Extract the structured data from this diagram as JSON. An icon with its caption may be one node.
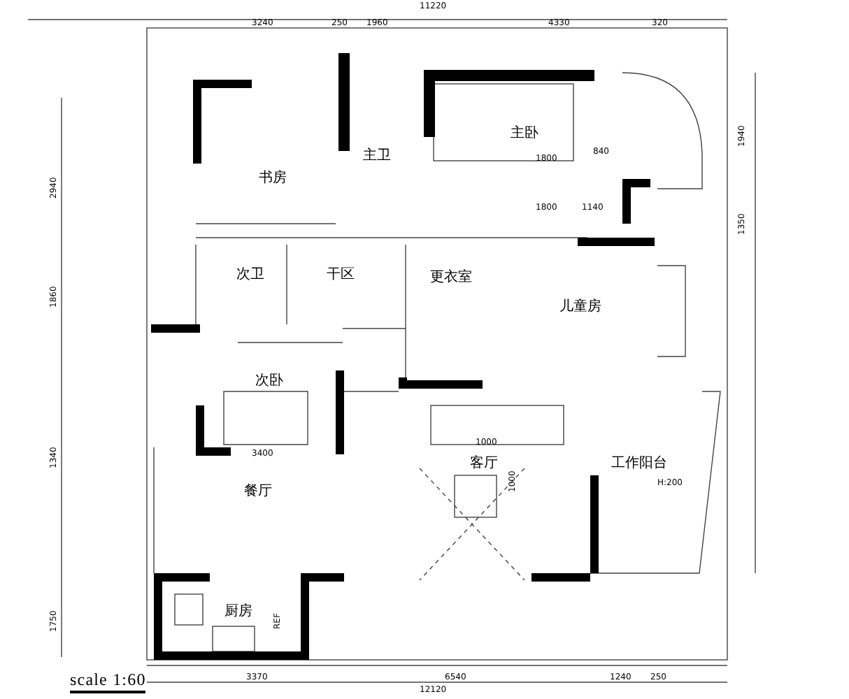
{
  "diagram": {
    "nodes": [
      {
        "text": [
          "书房"
        ]
      },
      {
        "text": [
          "主卫"
        ]
      },
      {
        "text": [
          "主卧"
        ]
      },
      {
        "text": [
          "次卫"
        ]
      },
      {
        "text": [
          "干区"
        ]
      },
      {
        "text": [
          "更衣室"
        ]
      },
      {
        "text": [
          "儿童房"
        ]
      },
      {
        "text": [
          "次卧"
        ]
      },
      {
        "text": [
          "客厅"
        ]
      },
      {
        "text": [
          "工作阳台"
        ]
      },
      {
        "text": [
          "餐厅"
        ]
      },
      {
        "text": [
          "厨房"
        ]
      }
    ],
    "edges": [],
    "labels": [
      "11220",
      "3240",
      "250",
      "1960",
      "4330",
      "320",
      "2940",
      "1940",
      "1800",
      "840",
      "1800",
      "1140",
      "1350",
      "1860",
      "1340",
      "1000",
      "1000",
      "H:200",
      "3400",
      "1750",
      "REF",
      "scale 1:60",
      "3370",
      "6540",
      "1240",
      "250",
      "12120"
    ]
  }
}
